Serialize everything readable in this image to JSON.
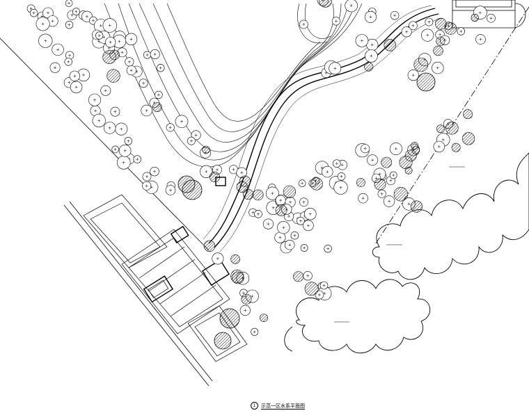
{
  "drawing": {
    "caption_number": "1",
    "caption_title": "示范一区水系平面图"
  },
  "icons": {
    "tree_symbol": "tree-canopy-icon",
    "hatched_tree_symbol": "hatched-tree-canopy-icon",
    "cloud_outline": "shrub-cloud-outline"
  },
  "colors": {
    "ink": "#000000",
    "paper": "#ffffff"
  }
}
